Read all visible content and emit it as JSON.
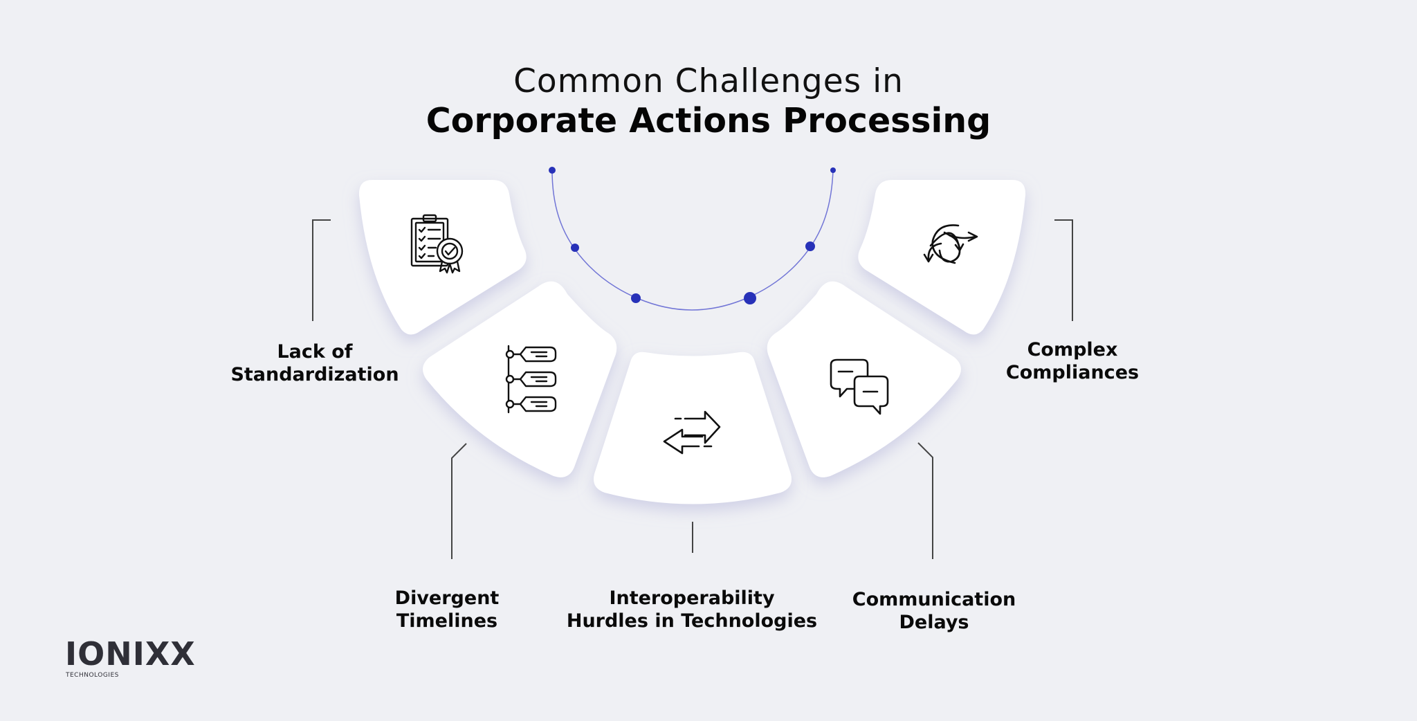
{
  "title": {
    "line1": "Common Challenges in",
    "line2": "Corporate Actions Processing"
  },
  "segments": [
    {
      "id": "lack",
      "label_lines": [
        "Lack of",
        "Standardization"
      ],
      "icon": "clipboard-checklist-icon"
    },
    {
      "id": "divergent",
      "label_lines": [
        "Divergent",
        "Timelines"
      ],
      "icon": "timeline-flow-icon"
    },
    {
      "id": "interop",
      "label_lines": [
        "Interoperability",
        "Hurdles in Technologies"
      ],
      "icon": "swap-arrows-icon"
    },
    {
      "id": "comm",
      "label_lines": [
        "Communication",
        "Delays"
      ],
      "icon": "chat-bubbles-icon"
    },
    {
      "id": "complex",
      "label_lines": [
        "Complex",
        "Compliances"
      ],
      "icon": "tangled-arrows-icon"
    }
  ],
  "colors": {
    "background": "#eff0f4",
    "card": "#ffffff",
    "arc_line": "#6f74d6",
    "arc_dot": "#2731b8",
    "connector": "#444444",
    "text": "#0a0a0a"
  },
  "logo": {
    "text": "IONIXX",
    "subtext": "TECHNOLOGIES"
  }
}
